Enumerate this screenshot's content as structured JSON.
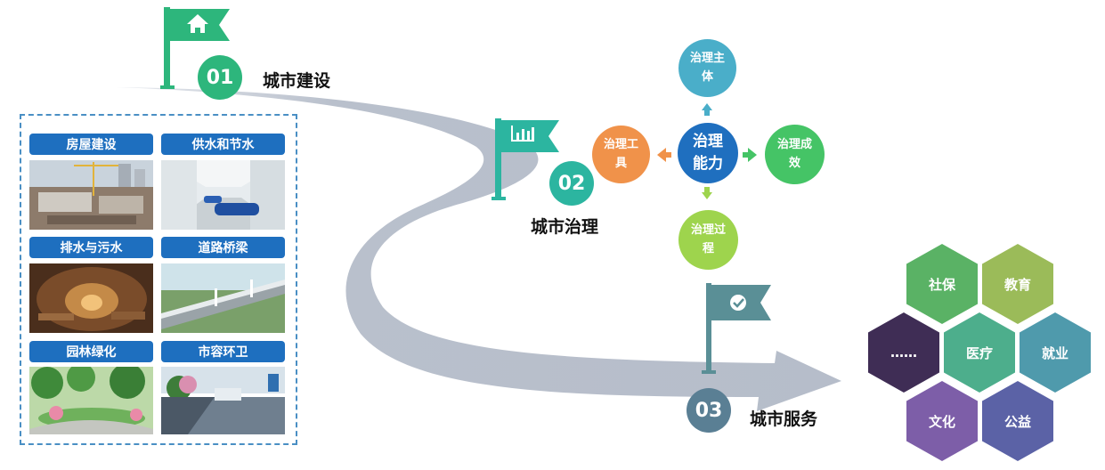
{
  "steps": [
    {
      "num": "01",
      "title": "城市建设",
      "color": "#2db67c"
    },
    {
      "num": "02",
      "title": "城市治理",
      "color": "#2cb5a0"
    },
    {
      "num": "03",
      "title": "城市服务",
      "color": "#5a7f94"
    }
  ],
  "construction_items": [
    "房屋建设",
    "供水和节水",
    "排水与污水",
    "道路桥梁",
    "园林绿化",
    "市容环卫"
  ],
  "governance": {
    "center": [
      "治理",
      "能力"
    ],
    "subject": [
      "治理主",
      "体"
    ],
    "tools": [
      "治理工",
      "具"
    ],
    "effects": [
      "治理成",
      "效"
    ],
    "process": [
      "治理过",
      "程"
    ]
  },
  "services": [
    {
      "label": "社保",
      "color": "#5ab265"
    },
    {
      "label": "教育",
      "color": "#9bbb59"
    },
    {
      "label": "……",
      "color": "#3f2d55"
    },
    {
      "label": "医疗",
      "color": "#4dae8c"
    },
    {
      "label": "就业",
      "color": "#4f9aac"
    },
    {
      "label": "文化",
      "color": "#7d5ea8"
    },
    {
      "label": "公益",
      "color": "#5b62a6"
    }
  ]
}
